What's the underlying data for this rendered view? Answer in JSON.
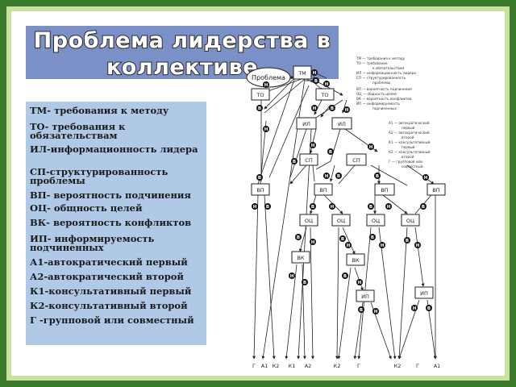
{
  "title": {
    "line1": "Проблема лидерства в",
    "line2": "коллективе"
  },
  "legend": [
    "ТМ- требования к методу",
    "ТО- требования к обязательствам",
    "ИЛ-информационность лидера",
    "СП-структурированность проблемы",
    "ВП- вероятность подчинения",
    "ОЦ- общность целей",
    "ВК- вероятность конфликтов",
    "ИП- информируемость подчиненных",
    "А1-автократический первый",
    "А2-автократический второй",
    "К1-консультативный первый",
    "К2-консультативный второй",
    "Г -групповой или совместный"
  ],
  "diagram": {
    "problem_label": "Проблема",
    "nodes": {
      "tm": "ТМ",
      "to1": "ТО",
      "to2": "ТО",
      "il1": "ИЛ",
      "il2": "ИЛ",
      "sp1": "СП",
      "sp2": "СП",
      "vp1": "ВП",
      "vp2": "ВП",
      "vp3": "ВП",
      "vp4": "ВП",
      "oc1": "ОЦ",
      "oc2": "ОЦ",
      "oc3": "ОЦ",
      "oc4": "ОЦ",
      "vk1": "ВК",
      "vk2": "ВК",
      "ip1": "ИП",
      "ip2": "ИП"
    },
    "answer_yes": "В",
    "answer_no": "Н",
    "outcomes": [
      "Г",
      "А1",
      "К2",
      "К1",
      "А2",
      "К2",
      "Г",
      "К2",
      "Г",
      "А1"
    ],
    "key1": [
      "ТМ — требования к методу",
      "ТО — требование",
      "к обязательствам",
      "ИЛ — информационность лидера",
      "СП — структурированность",
      "проблемы",
      "ВП — вероятность подчинения",
      "ОЦ — общность целей",
      "ВК — вероятность конфликтов",
      "ИП — информируемость",
      "подчиненных"
    ],
    "key2": [
      "А1 — автократический",
      "первый",
      "А2 — автократический",
      "второй",
      "К1 — консультативный",
      "первый",
      "К2 — консультативный",
      "второй",
      "Г — групповой или",
      "совместный"
    ]
  }
}
